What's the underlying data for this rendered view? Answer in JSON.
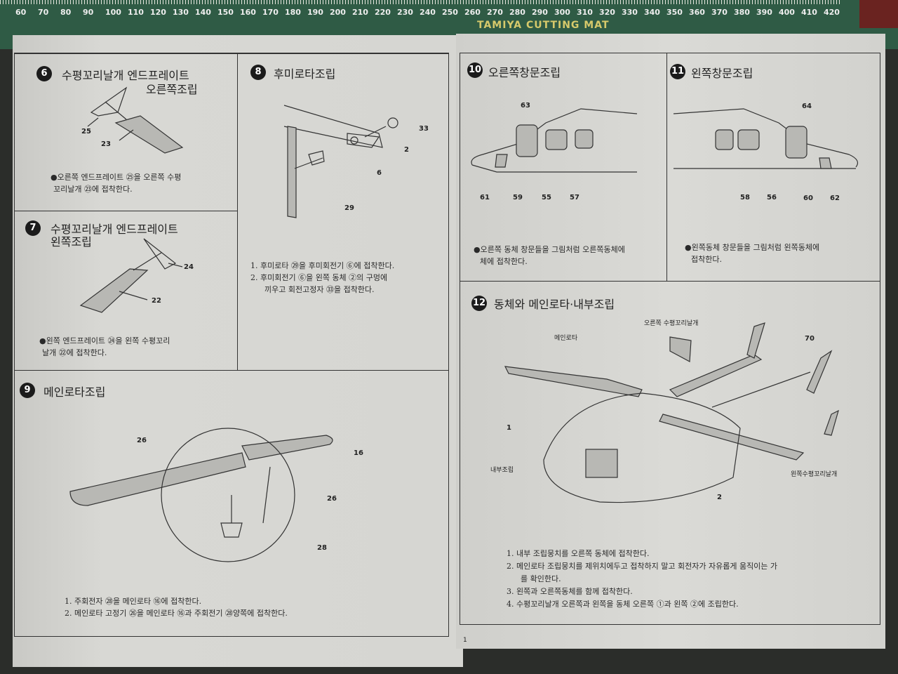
{
  "mat": {
    "ruler_numbers": [
      "60",
      "70",
      "80",
      "90",
      "100",
      "110",
      "120",
      "130",
      "140",
      "150",
      "160",
      "170",
      "180",
      "190",
      "200",
      "210",
      "220",
      "230",
      "240",
      "250",
      "260",
      "270",
      "280",
      "290",
      "300",
      "310",
      "320",
      "330",
      "340",
      "350",
      "360",
      "370",
      "380",
      "390",
      "400",
      "410",
      "420"
    ],
    "text": "TAMIYA CUTTING MAT"
  },
  "steps": {
    "s6": {
      "num": "6",
      "title1": "수평꼬리날개 엔드프레이트",
      "title2": "오른쪽조립",
      "labels": [
        "25",
        "23"
      ],
      "text1": "●오른쪽 엔드프레이트 ㉕을 오른쪽 수평",
      "text2": "꼬리날개 ㉓에 접착한다."
    },
    "s7": {
      "num": "7",
      "title1": "수평꼬리날개 엔드프레이트",
      "title2": "왼쪽조립",
      "labels": [
        "24",
        "22"
      ],
      "text1": "●왼쪽 엔드프레이트 ㉔을 왼쪽 수평꼬리",
      "text2": "날개 ㉒에 접착한다."
    },
    "s8": {
      "num": "8",
      "title": "후미로타조립",
      "labels": [
        "33",
        "2",
        "6",
        "29"
      ],
      "items": [
        "1. 후미로타 ㉙을 후미회전기 ⑥에 접착한다.",
        "2. 후미회전기 ⑥을 왼쪽 동체 ②의 구멍에",
        "끼우고 회전고정자 ㉝을  접착한다."
      ]
    },
    "s9": {
      "num": "9",
      "title": "메인로타조립",
      "labels": [
        "26",
        "16",
        "26",
        "28"
      ],
      "items": [
        "1. 주회전자 ㉘을 메인로타 ⑯에 접착한다.",
        "2. 메인로타 고정기 ㉖을 메인로타 ⑯과 주회전기 ㉘양쪽에 접착한다."
      ]
    },
    "s10": {
      "num": "10",
      "title": "오른쪽창문조립",
      "labels": [
        "63",
        "61",
        "59",
        "55",
        "57"
      ],
      "text1": "●오른쪽 동체 창문들을 그림처럼 오른쪽동체에",
      "text2": "체에 접착한다."
    },
    "s11": {
      "num": "11",
      "title": "왼쪽창문조립",
      "labels": [
        "64",
        "58",
        "56",
        "60",
        "62"
      ],
      "text1": "●왼쪽동체 창문들을 그림처럼  왼쪽동체에",
      "text2": "접착한다."
    },
    "s12": {
      "num": "12",
      "title": "동체와 메인로타·내부조립",
      "labels": {
        "right_tail": "오른쪽 수평꼬리날개",
        "main_rotor": "메인로타",
        "p70": "70",
        "p1": "1",
        "interior": "내부조립",
        "p2": "2",
        "left_tail": "왼쪽수평꼬리날개"
      },
      "items": [
        "1. 내부 조립뭉치를 오른쪽 동체에 접착한다.",
        "2. 메인로타 조립뭉치를 제위치에두고 접착하지 말고 회전자가 자유롭게 움직이는 가",
        "를 확인한다.",
        "3. 왼쪽과 오른쪽동체를 함께 접착한다.",
        "4. 수평꼬리날개 오른쪽과 왼쪽을 동체 오른쪽 ①과 왼쪽 ②에 조립한다."
      ]
    }
  },
  "page_number": "1"
}
